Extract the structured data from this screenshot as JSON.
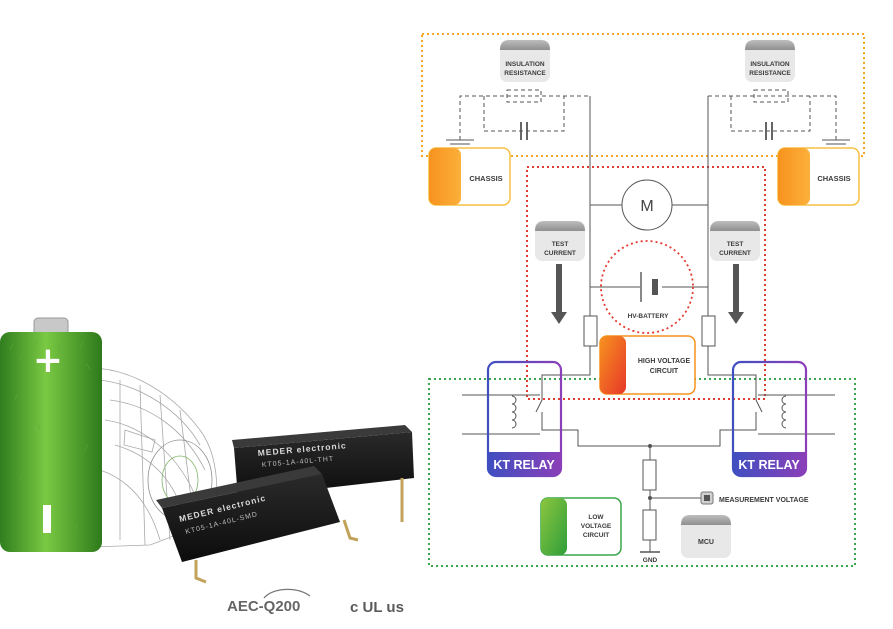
{
  "diagram": {
    "insulation_resistance_left": [
      "INSULATION",
      "RESISTANCE"
    ],
    "insulation_resistance_right": [
      "INSULATION",
      "RESISTANCE"
    ],
    "chassis_left": "CHASSIS",
    "chassis_right": "CHASSIS",
    "motor": "M",
    "test_current_left": [
      "TEST",
      "CURRENT"
    ],
    "test_current_right": [
      "TEST",
      "CURRENT"
    ],
    "hv_battery": "HV-BATTERY",
    "high_voltage_circuit": [
      "HIGH VOLTAGE",
      "CIRCUIT"
    ],
    "kt_relay_left": "KT RELAY",
    "kt_relay_right": "KT RELAY",
    "measurement_voltage": "MEASUREMENT  VOLTAGE",
    "low_voltage_circuit": [
      "LOW",
      "VOLTAGE",
      "CIRCUIT"
    ],
    "gnd": "GND",
    "mcu": "MCU"
  },
  "product": {
    "relay_front_lines": [
      "MEDER electronic",
      "KT05-1A-40L-SMD"
    ],
    "relay_back_lines": [
      "MEDER electronic",
      "KT05-1A-40L-THT"
    ],
    "battery_plus": "+",
    "battery_minus": "I"
  },
  "certifications": {
    "aec": "AEC-Q200",
    "ul": "c UL us"
  },
  "colors": {
    "orange": "#f6a623",
    "red": "#e53a2f",
    "green": "#3aa64a",
    "relay_purple": "#6a3fb5"
  }
}
